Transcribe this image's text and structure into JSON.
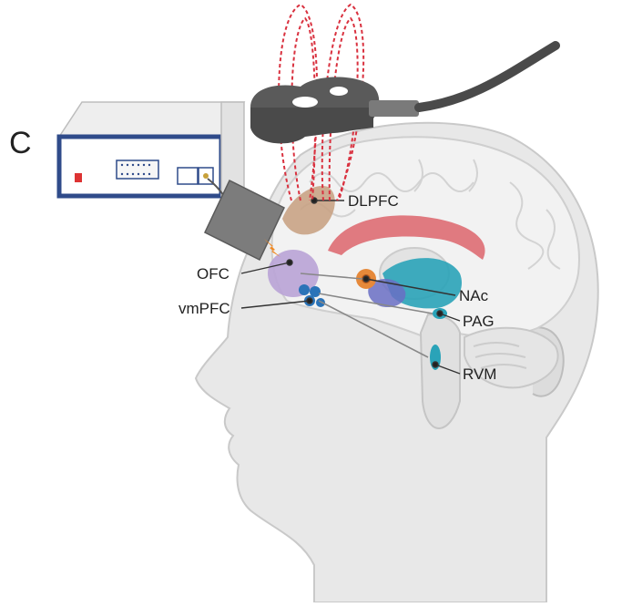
{
  "panel_label": "C",
  "labels": {
    "dlpfc": "DLPFC",
    "ofc": "OFC",
    "vmpfc": "vmPFC",
    "nac": "NAc",
    "pag": "PAG",
    "rvm": "RVM"
  },
  "colors": {
    "skin": "#e6e6e6",
    "brain": "#f2f2f2",
    "dlpfc": "#c79f7f",
    "ofc": "#b9a3d6",
    "teal": "#2aa3b8",
    "coil": "#5a5a5a",
    "field": "#d9313f",
    "corpus_callosum": "#e07a80",
    "nac_orange": "#e6893a"
  }
}
